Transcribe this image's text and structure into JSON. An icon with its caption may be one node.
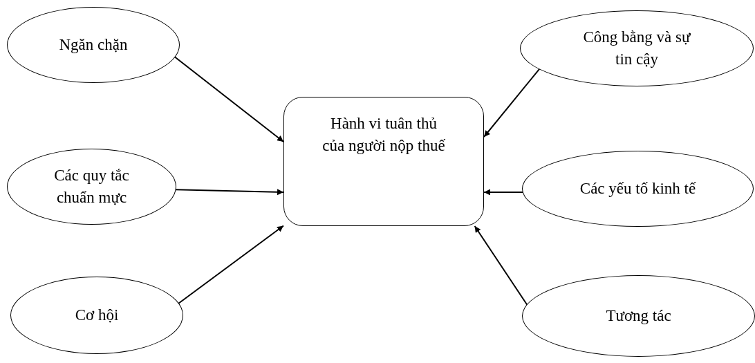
{
  "diagram": {
    "nodes": [
      {
        "text": [
          "Ngăn chặn"
        ]
      },
      {
        "text": [
          "Các quy tắc chuẩn mực"
        ]
      },
      {
        "text": [
          "Cơ hội"
        ]
      },
      {
        "text": [
          "Hành vi tuân thủ của người nộp thuế"
        ]
      },
      {
        "text": [
          "Công bằng và sự tin cậy"
        ]
      },
      {
        "text": [
          "Các yếu tố kinh tế"
        ]
      },
      {
        "text": [
          "Tương tác"
        ]
      }
    ],
    "edges": [
      {
        "from": 0,
        "to": 3,
        "arrow": "to"
      },
      {
        "from": 1,
        "to": 3,
        "arrow": "to"
      },
      {
        "from": 2,
        "to": 3,
        "arrow": "to"
      },
      {
        "from": 4,
        "to": 3,
        "arrow": "to"
      },
      {
        "from": 5,
        "to": 3,
        "arrow": "to"
      },
      {
        "from": 6,
        "to": 3,
        "arrow": "to"
      }
    ]
  }
}
